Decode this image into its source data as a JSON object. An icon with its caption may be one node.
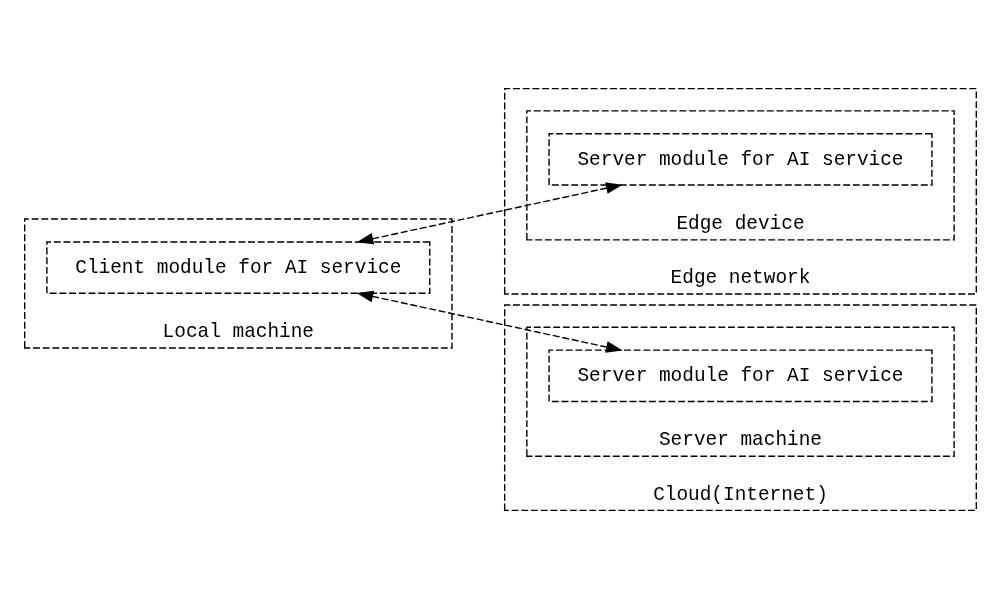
{
  "diagram": {
    "nodes": [
      {
        "text": [
          "Local machine"
        ]
      },
      {
        "text": [
          "Client module for AI service"
        ],
        "in": 0
      },
      {
        "text": [
          "Edge network"
        ]
      },
      {
        "text": [
          "Edge device"
        ],
        "in": 2
      },
      {
        "text": [
          "Server module for AI service"
        ],
        "in": 3
      },
      {
        "text": [
          "Cloud(Internet)"
        ]
      },
      {
        "text": [
          "Server machine"
        ],
        "in": 5
      },
      {
        "text": [
          "Server module for AI service"
        ],
        "in": 6
      }
    ],
    "edges": [
      {
        "from": 1,
        "to": 4,
        "arrow": "both",
        "style": "dashed"
      },
      {
        "from": 1,
        "to": 7,
        "arrow": "both",
        "style": "dashed"
      }
    ]
  }
}
